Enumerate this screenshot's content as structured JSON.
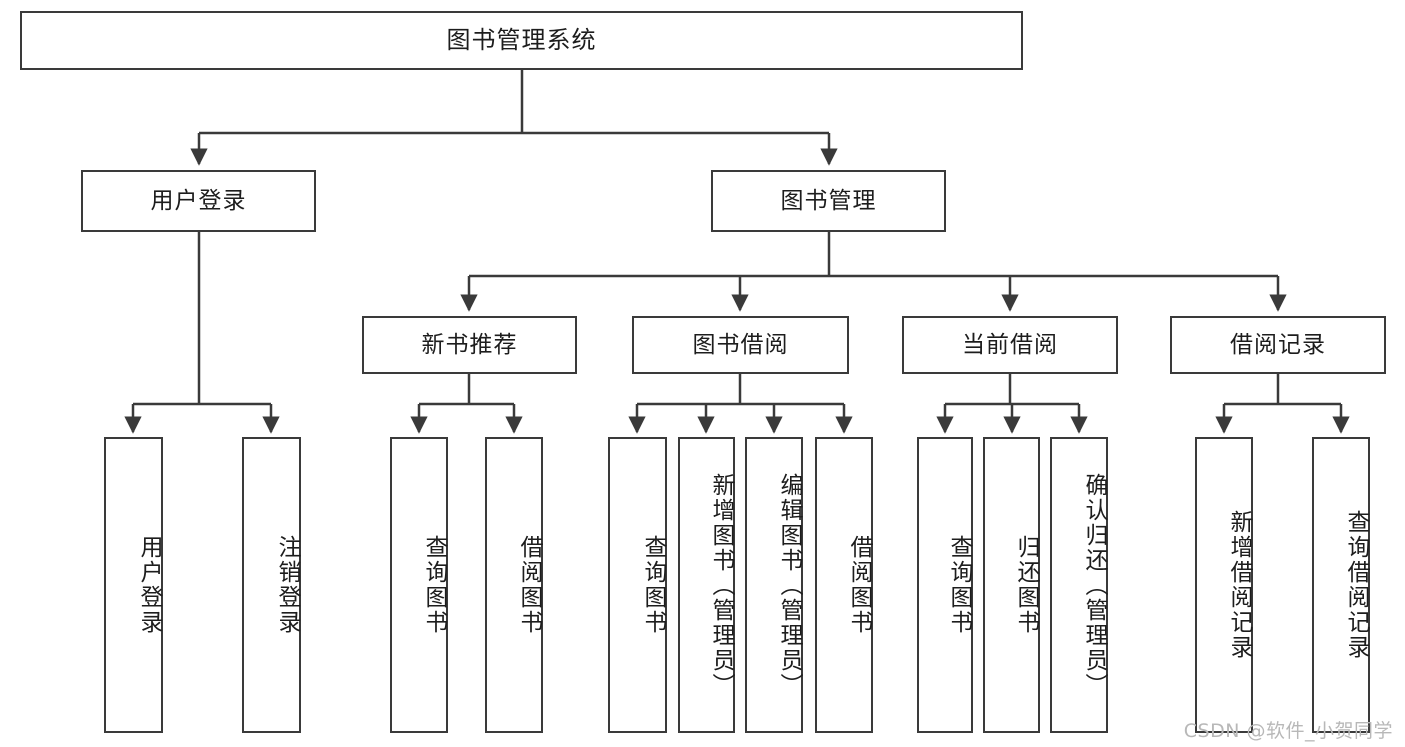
{
  "diagram": {
    "title": "图书管理系统",
    "type": "tree-hierarchy",
    "watermark": "CSDN @软件_小贺同学",
    "colors": {
      "stroke": "#3a3a3a",
      "fill": "#ffffff",
      "text": "#1d1d1d",
      "watermark": "#b8b8b8"
    },
    "root": {
      "label": "图书管理系统"
    },
    "level2": [
      {
        "id": "user-login",
        "label": "用户登录"
      },
      {
        "id": "book-manage",
        "label": "图书管理"
      }
    ],
    "level3": [
      {
        "id": "new-book-recommend",
        "label": "新书推荐"
      },
      {
        "id": "book-borrow",
        "label": "图书借阅"
      },
      {
        "id": "current-borrow",
        "label": "当前借阅"
      },
      {
        "id": "borrow-record",
        "label": "借阅记录"
      }
    ],
    "leaves": {
      "user_login": [
        {
          "id": "leaf-user-login",
          "label": "用户登录"
        },
        {
          "id": "leaf-logout-login",
          "label": "注销登录"
        }
      ],
      "new_book_recommend": [
        {
          "id": "leaf-query-book-1",
          "label": "查询图书"
        },
        {
          "id": "leaf-borrow-book-1",
          "label": "借阅图书"
        }
      ],
      "book_borrow": [
        {
          "id": "leaf-query-book-2",
          "label": "查询图书"
        },
        {
          "id": "leaf-add-book",
          "label": "新增图书（管理员）"
        },
        {
          "id": "leaf-edit-book",
          "label": "编辑图书（管理员）"
        },
        {
          "id": "leaf-borrow-book-2",
          "label": "借阅图书"
        }
      ],
      "current_borrow": [
        {
          "id": "leaf-query-book-3",
          "label": "查询图书"
        },
        {
          "id": "leaf-return-book",
          "label": "归还图书"
        },
        {
          "id": "leaf-confirm-return",
          "label": "确认归还（管理员）"
        }
      ],
      "borrow_record": [
        {
          "id": "leaf-add-record",
          "label": "新增借阅记录"
        },
        {
          "id": "leaf-query-record",
          "label": "查询借阅记录"
        }
      ]
    }
  }
}
